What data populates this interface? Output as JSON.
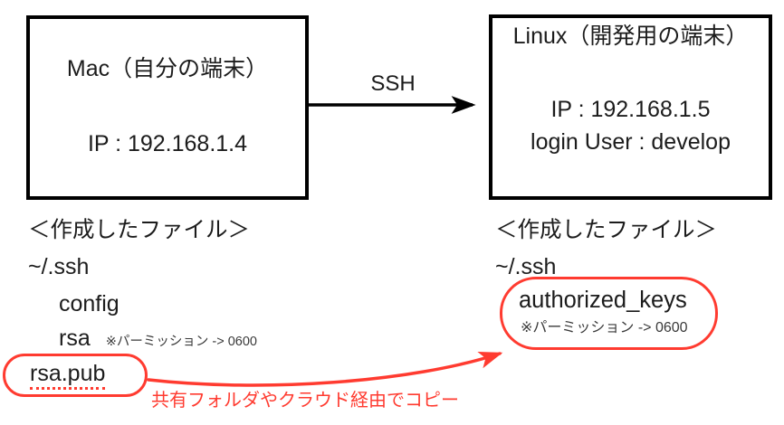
{
  "diagram_title": "SSH key setup between Mac and Linux",
  "colors": {
    "accent_red": "#ff3b30",
    "text_black": "#1c1c1c",
    "box_border_black": "#000000"
  },
  "mac_box": {
    "title": "Mac（自分の端末）",
    "ip": "IP : 192.168.1.4"
  },
  "connection": {
    "label": "SSH"
  },
  "linux_box": {
    "title": "Linux（開発用の端末）",
    "ip": "IP : 192.168.1.5",
    "login": "login User : develop"
  },
  "mac_files": {
    "heading": "＜作成したファイル＞",
    "dir": "~/.ssh",
    "config": "config",
    "rsa": "rsa",
    "rsa_note": "※パーミッション -> 0600",
    "rsa_pub": "rsa.pub"
  },
  "linux_files": {
    "heading": "＜作成したファイル＞",
    "dir": "~/.ssh",
    "file": "authorized_keys",
    "note": "※パーミッション -> 0600"
  },
  "copy_annotation": {
    "label": "共有フォルダやクラウド経由でコピー"
  }
}
